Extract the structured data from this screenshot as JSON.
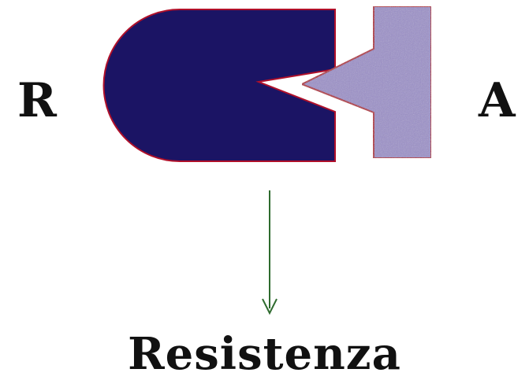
{
  "labels": {
    "left": "R",
    "right": "A",
    "bottom": "Resistenza"
  },
  "colors": {
    "receptor_fill": "#1b1464",
    "agonist_fill": "#9b8fc9",
    "outline": "#b0102a",
    "arrow": "#2e6b2e",
    "text": "#111111",
    "background": "#ffffff"
  }
}
